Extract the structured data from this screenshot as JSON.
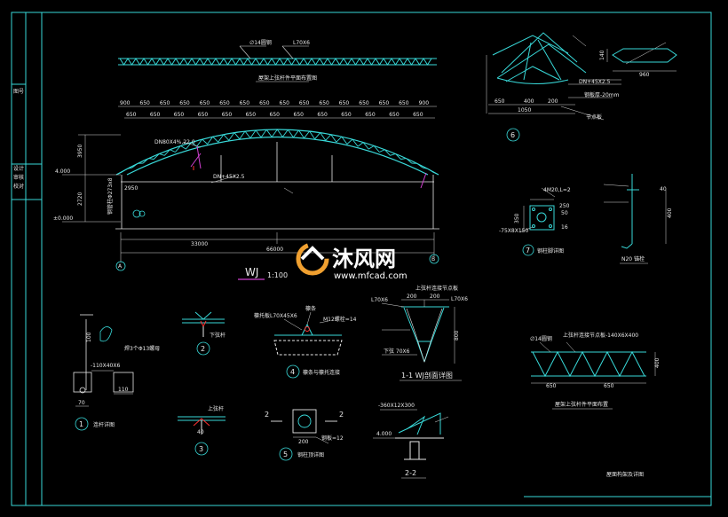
{
  "title_block": {
    "side_labels": [
      "图号",
      "设计",
      "审核",
      "校对"
    ],
    "sheet_title": "屋面构架及详图"
  },
  "main_truss": {
    "top_plan_caption": "屋架上弦杆件平面布置图",
    "top_plan_note1": "∅14圆钢",
    "top_plan_note2": "L70X6",
    "spacing_top": [
      "900",
      "650",
      "650",
      "650",
      "650",
      "650",
      "650",
      "650",
      "650",
      "650",
      "650",
      "650",
      "650",
      "650",
      "650",
      "900"
    ],
    "spacing_bottom": [
      "650",
      "650",
      "650",
      "650",
      "650",
      "650",
      "650",
      "650",
      "650",
      "650",
      "650",
      "650",
      "650"
    ],
    "chord_note": "DN80X4%,22.0",
    "bottom_chord_note": "DN+45X2.5",
    "height_1": "3950",
    "height_2": "2720",
    "level_top": "4.000",
    "level_bottom": "±0.000",
    "column_note": "钢管柱Φ273x8",
    "span_half": "33000",
    "span_total": "66000",
    "grid_a": "A",
    "grid_b": "B",
    "title": "WJ",
    "scale": "1:100",
    "dim_left": "2950"
  },
  "detail_6": {
    "number": "6",
    "dims": [
      "650",
      "400",
      "200",
      "1050"
    ],
    "note1": "DN+45X2.5",
    "note2": "钢板厚-20mm",
    "note3": "节点板",
    "box_dims": [
      "140",
      "960"
    ]
  },
  "detail_7": {
    "number": "7",
    "caption": "钢柱脚详图",
    "bolt": "4M20,L=2",
    "plate": "-75X8X150",
    "dims": [
      "250",
      "350",
      "50",
      "16"
    ]
  },
  "detail_n20": {
    "caption": "N20 锚栓",
    "dims": [
      "40",
      "400"
    ]
  },
  "detail_1": {
    "number": "1",
    "caption": "连杆详图",
    "note1": "焊3个Φ13螺母",
    "note2": "-110X40X6",
    "dims": [
      "110",
      "70",
      "100"
    ]
  },
  "detail_2": {
    "number": "2",
    "note": "下弦杆"
  },
  "detail_3": {
    "number": "3",
    "note": "上弦杆",
    "dim": "40"
  },
  "detail_4": {
    "number": "4",
    "caption": "檩条与檩托连接",
    "note1": "檩托板L70X45X6",
    "note2": "檩条",
    "note3": "M12螺栓=14"
  },
  "detail_5": {
    "number": "5",
    "caption": "钢柱顶详图",
    "dim1": "200",
    "note": "钢板=12",
    "mark": "2"
  },
  "section_11": {
    "caption": "1-1 WJ剖面详图",
    "note_top": "上弦杆连接节点板",
    "note1": "L70X6",
    "note2": "L70X6",
    "note3": "下弦 70X6",
    "dims": [
      "200",
      "200",
      "800"
    ]
  },
  "section_22": {
    "caption": "2-2",
    "note": "-360X12X300",
    "level": "4.000"
  },
  "plan_upper": {
    "caption": "屋架上弦杆件平面布置",
    "note1": "∅14圆钢",
    "note2": "上弦杆连接节点板-140X6X400",
    "dims": [
      "650",
      "650",
      "400"
    ]
  },
  "watermark": {
    "brand": "沐风网",
    "url": "www.mfcad.com"
  },
  "colors": {
    "background": "#000000",
    "frame": "#38d8d8",
    "truss": "#38d8d8",
    "text": "#e8e8e8",
    "accent": "#d040d0",
    "dimension": "#d8d8d8",
    "hot": "#ff3030",
    "logo": "#f0a030"
  }
}
